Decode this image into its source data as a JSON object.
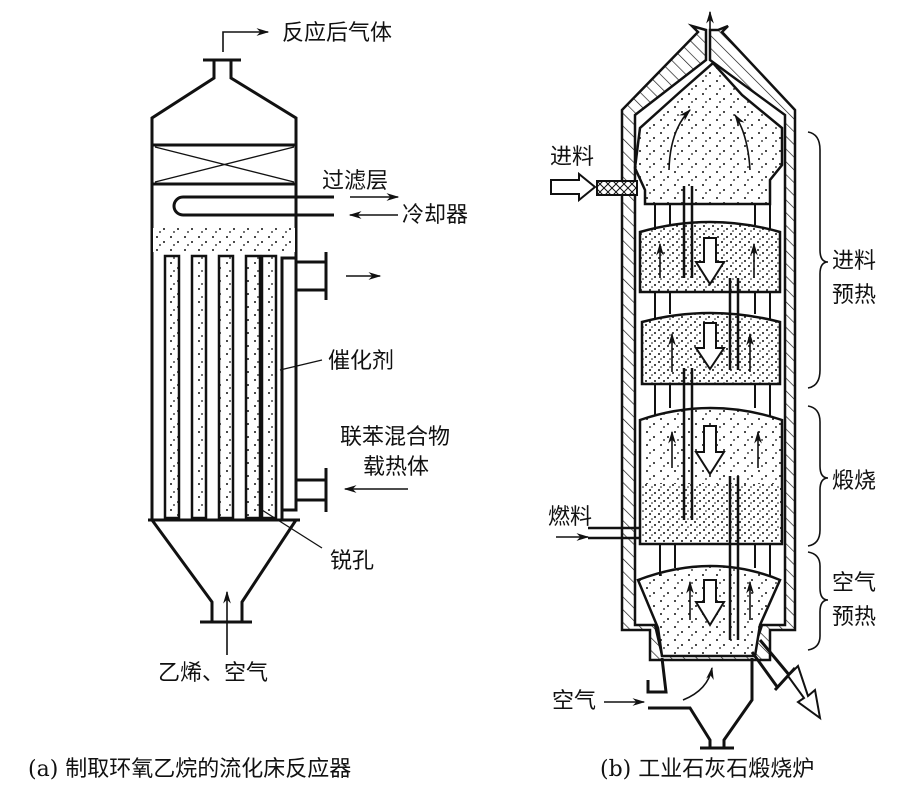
{
  "diagram_a": {
    "caption": "(a) 制取环氧乙烷的流化床反应器",
    "labels": {
      "outlet_gas": "反应后气体",
      "filter_layer": "过滤层",
      "cooler": "冷却器",
      "catalyst": "催化剂",
      "heat_carrier_line1": "联苯混合物",
      "heat_carrier_line2": "载热体",
      "sharp_hole": "锐孔",
      "inlet": "乙烯、空气"
    }
  },
  "diagram_b": {
    "caption": "(b) 工业石灰石煅烧炉",
    "labels": {
      "feed": "进料",
      "zone_preheat_feed_line1": "进料",
      "zone_preheat_feed_line2": "预热",
      "zone_calcine": "煅烧",
      "fuel": "燃料",
      "zone_preheat_air_line1": "空气",
      "zone_preheat_air_line2": "预热",
      "air": "空气"
    }
  },
  "colors": {
    "ink": "#111111",
    "background": "#ffffff"
  }
}
